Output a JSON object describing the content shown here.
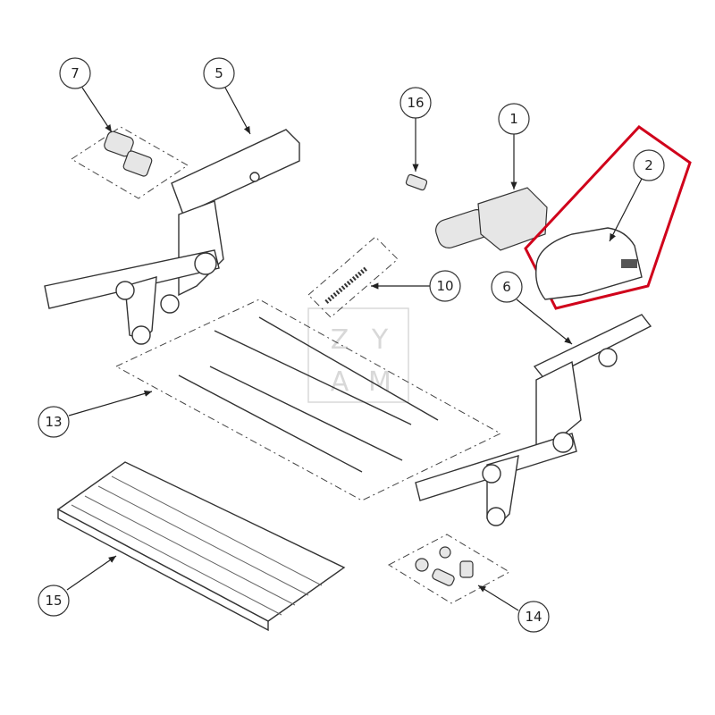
{
  "callouts": [
    {
      "label": "7"
    },
    {
      "label": "5"
    },
    {
      "label": "16"
    },
    {
      "label": "1"
    },
    {
      "label": "2"
    },
    {
      "label": "10"
    },
    {
      "label": "6"
    },
    {
      "label": "13"
    },
    {
      "label": "15"
    },
    {
      "label": "14"
    }
  ],
  "watermark": {
    "text": "ZYAM"
  },
  "highlight_color": "#d0021b"
}
